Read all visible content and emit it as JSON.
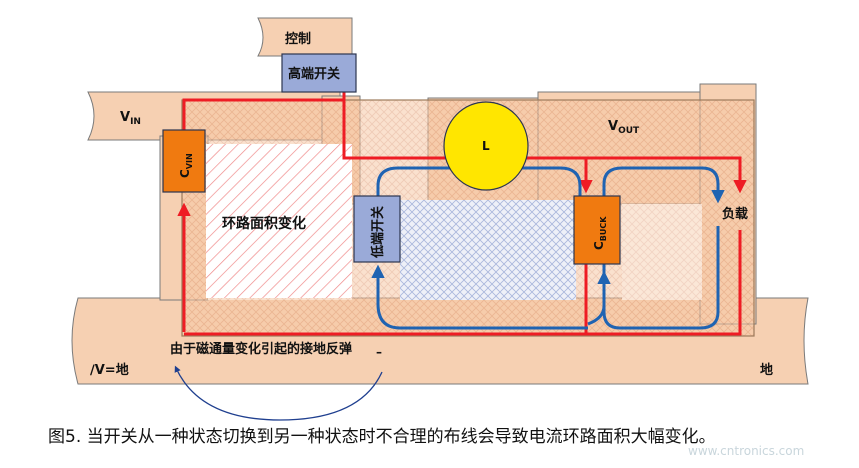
{
  "labels": {
    "control": "控制",
    "high_side_switch": "高端开关",
    "vin_main": "V",
    "vin_sub": "IN",
    "cvin_main": "C",
    "cvin_sub": "VIN",
    "inductor": "L",
    "vout_main": "V",
    "vout_sub": "OUT",
    "loop_area_change": "环路面积变化",
    "low_side_switch": "低端开关",
    "cbuck_main": "C",
    "cbuck_sub": "BUCK",
    "load": "负载",
    "ground_bounce_note": "由于磁通量变化引起的接地反弹",
    "ground_prefix": "∕V=地",
    "ground_right": "地",
    "dash_mark": "–"
  },
  "caption": "图5. 当开关从一种状态切换到另一种状态时不合理的布线会导致电流环路面积大幅变化。",
  "watermark": "www.cntronics.com",
  "colors": {
    "board": "#f6d0b2",
    "board_edge": "#7a7a7a",
    "component_orange": "#f07a10",
    "switch_blue": "#9aaad8",
    "inductor_yellow": "#ffe600",
    "red_loop": "#ee1c24",
    "blue_loop": "#1f63b2",
    "overlap_outline": "#9c7b5c"
  }
}
